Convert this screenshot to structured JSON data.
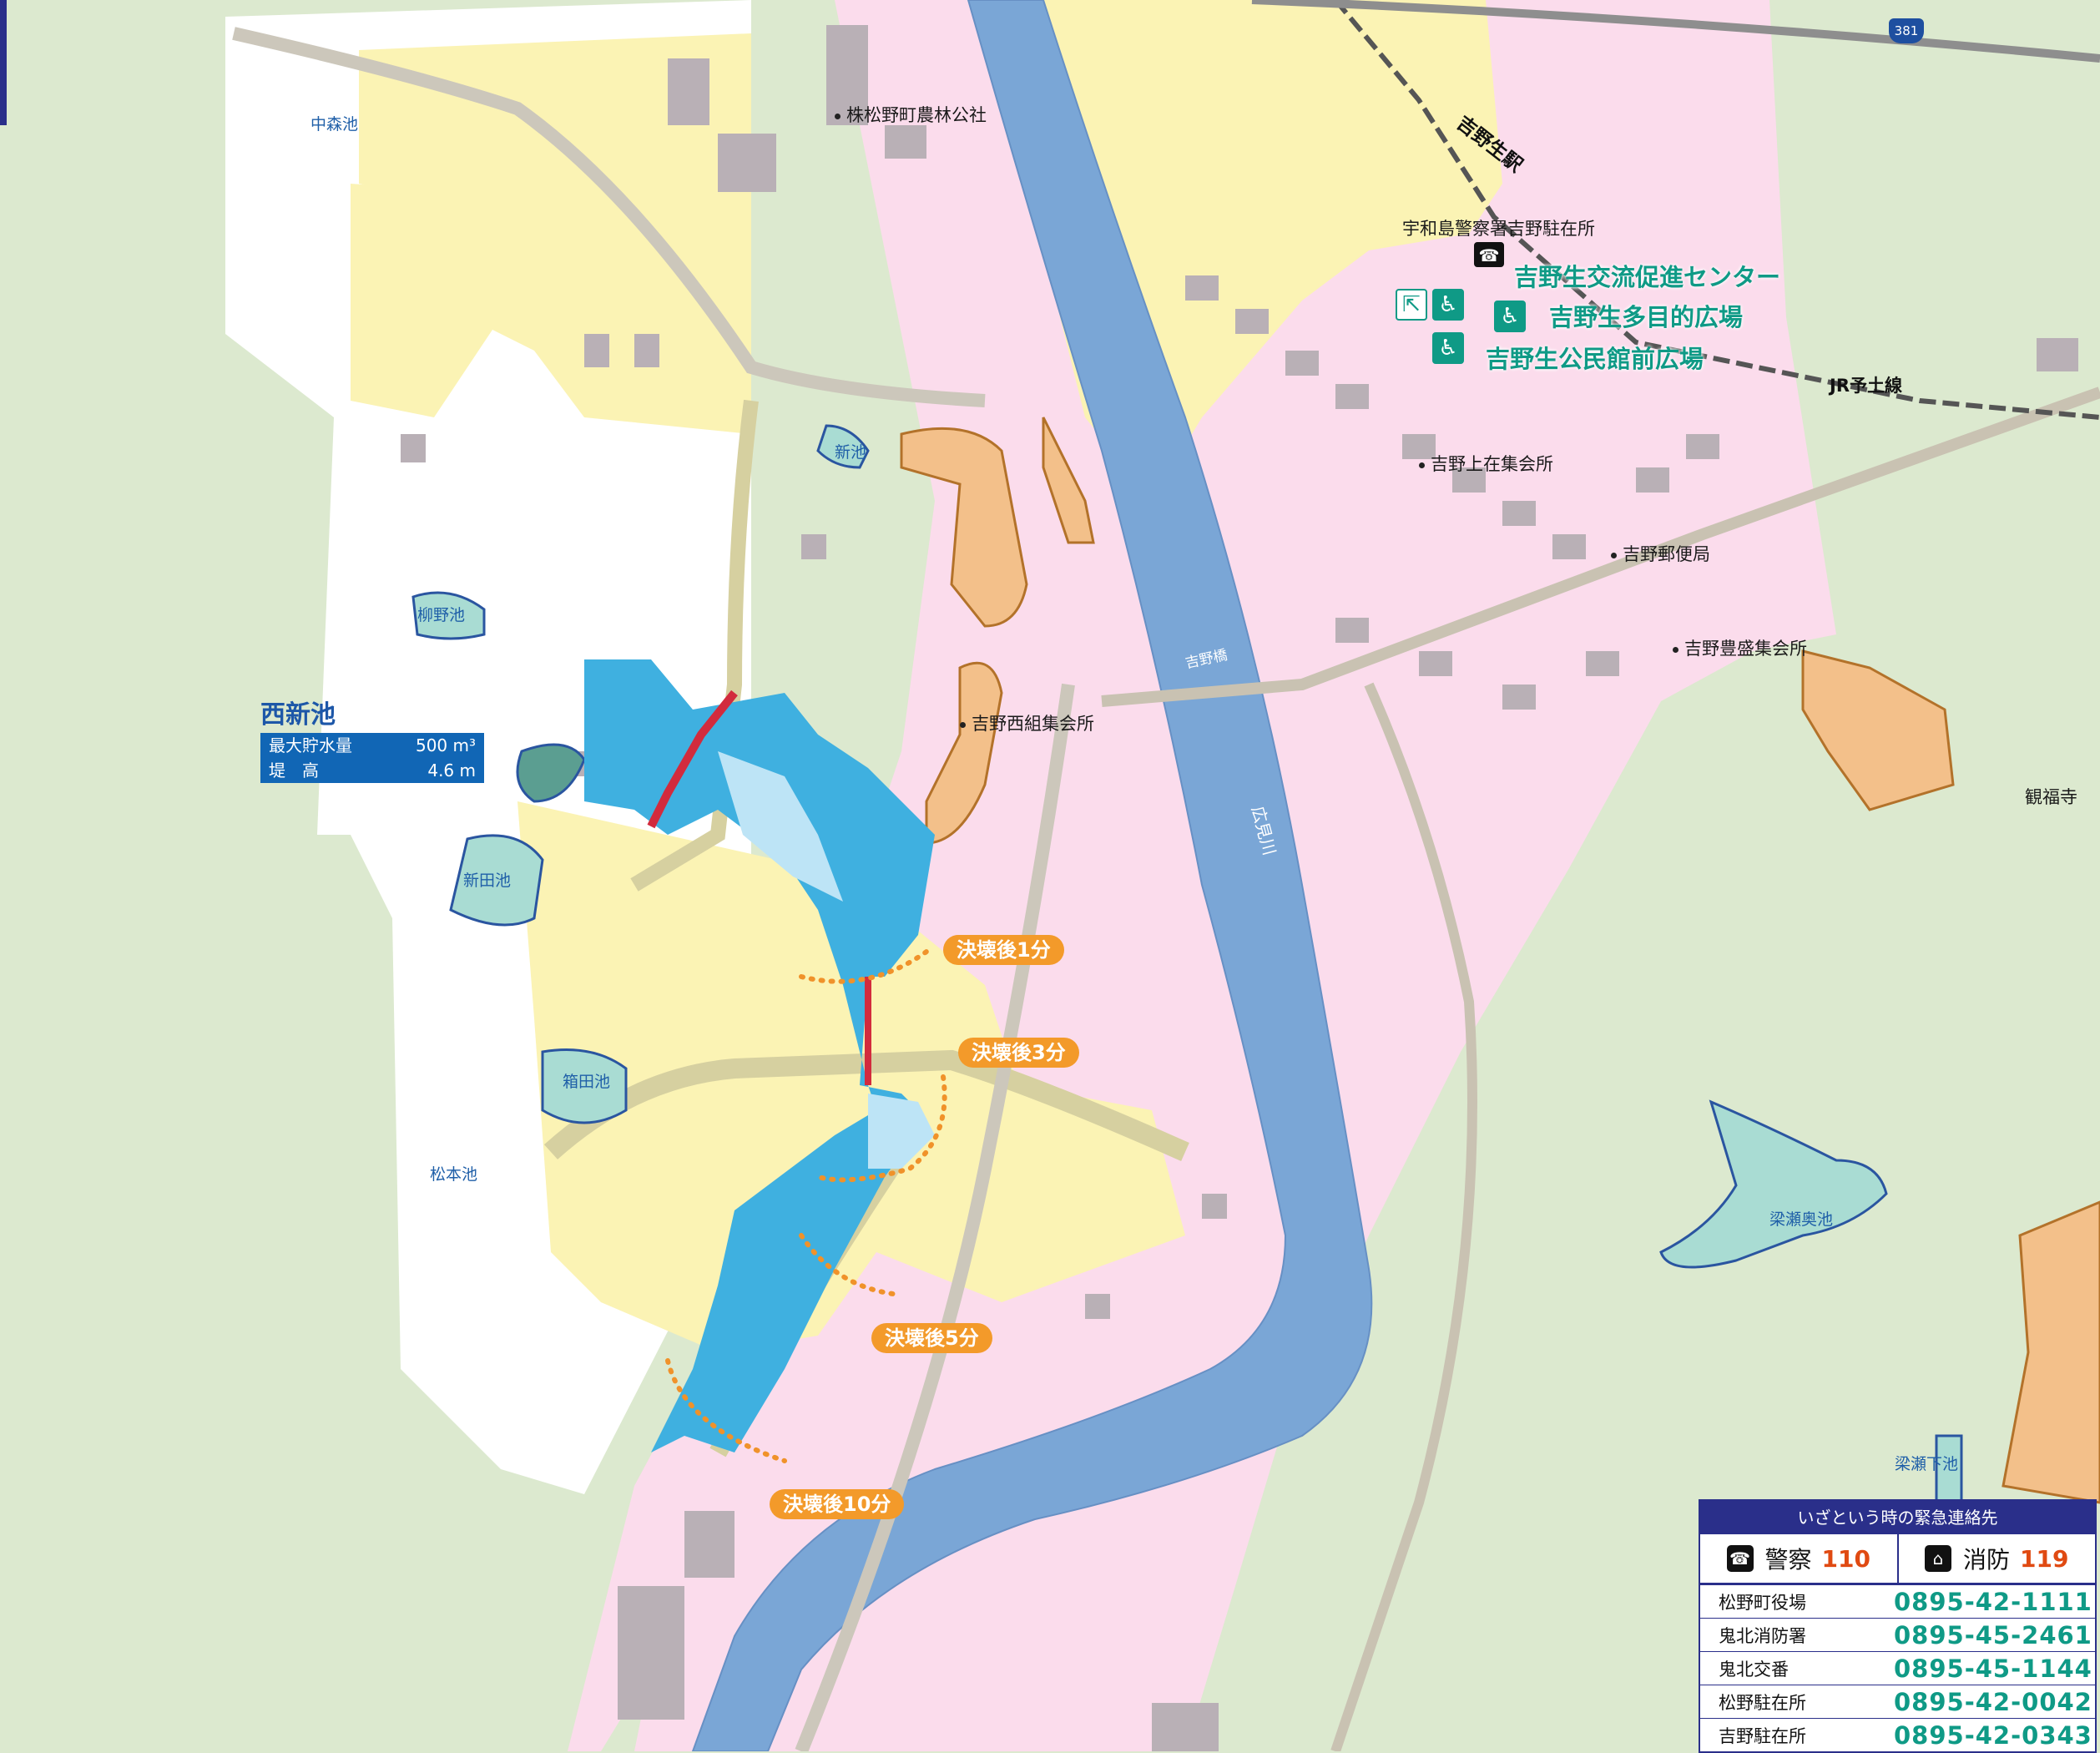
{
  "labels": {
    "norin": "株松野町農林公社",
    "police_box": "宇和島警察署吉野駐在所",
    "yoshino_kami": "吉野上在集会所",
    "post_office": "吉野郵便局",
    "yoshino_hosei": "吉野豊盛集会所",
    "nishigumi": "吉野西組集会所",
    "kanpuku": "観福寺"
  },
  "ponds": {
    "nakamori": "中森池",
    "shin": "新池",
    "yanagino": "柳野池",
    "shinden": "新田池",
    "hakoda": "箱田池",
    "matsumoto": "松本池",
    "yanase_oku": "梁瀬奥池",
    "yanase_shimo": "梁瀬下池"
  },
  "river": {
    "name": "広見川",
    "bridge": "吉野橋"
  },
  "rail": {
    "station": "吉野生駅",
    "line": "JR予土線"
  },
  "route": "381",
  "shelters": {
    "koryu": "吉野生交流促進センター",
    "tamokuteki": "吉野生多目的広場",
    "kominkan": "吉野生公民館前広場"
  },
  "timeline": [
    "決壊後1分",
    "決壊後3分",
    "決壊後5分",
    "決壊後10分"
  ],
  "reservoir": {
    "title": "西新池",
    "capacity_label": "最大貯水量",
    "capacity_value": "500 m³",
    "height_label": "堤　高",
    "height_value": "4.6 m"
  },
  "contacts": {
    "header": "いざという時の緊急連絡先",
    "police_label": "警察",
    "police_num": "110",
    "fire_label": "消防",
    "fire_num": "119",
    "rows": [
      {
        "name": "松野町役場",
        "phone": "0895-42-1111"
      },
      {
        "name": "鬼北消防署",
        "phone": "0895-45-2461"
      },
      {
        "name": "鬼北交番",
        "phone": "0895-45-1144"
      },
      {
        "name": "松野駐在所",
        "phone": "0895-42-0042"
      },
      {
        "name": "吉野駐在所",
        "phone": "0895-42-0343"
      }
    ]
  },
  "colors": {
    "forest": "#dce9cf",
    "residential": "#fbdcec",
    "farmland": "#fbf3b4",
    "river": "#7aa6d6",
    "flood_deep": "#3fb0e0",
    "flood_shallow": "#bde4f6",
    "landslide": "#f3c08a",
    "shelter": "#0f9a86",
    "time_tag": "#f39a2a"
  }
}
